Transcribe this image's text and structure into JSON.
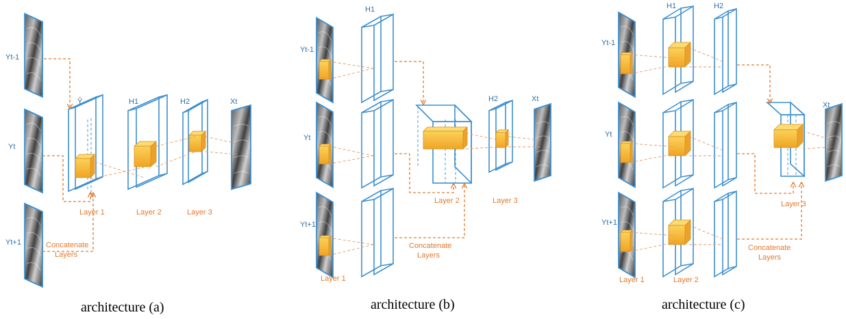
{
  "colors": {
    "blue": "#3c8fd0",
    "orange": "#e07a2e",
    "cube": "#f5b731"
  },
  "panel_a": {
    "inputs": [
      "Yt-1",
      "Yt",
      "Yt+1"
    ],
    "y_hat": "Ŷ",
    "h1": "H1",
    "h2": "H2",
    "xt": "Xt",
    "layer1": "Layer 1",
    "layer2": "Layer 2",
    "layer3": "Layer 3",
    "concat_line1": "Concatenate",
    "concat_line2": "Layers",
    "caption": "architecture (a)"
  },
  "panel_b": {
    "inputs": [
      "Yt-1",
      "Yt",
      "Yt+1"
    ],
    "h1": "H1",
    "h2": "H2",
    "xt": "Xt",
    "layer1": "Layer 1",
    "layer2": "Layer 2",
    "layer3": "Layer 3",
    "concat_line1": "Concatenate",
    "concat_line2": "Layers",
    "caption": "architecture (b)"
  },
  "panel_c": {
    "inputs": [
      "Yt-1",
      "Yt",
      "Yt+1"
    ],
    "h1": "H1",
    "h2": "H2",
    "xt": "Xt",
    "layer1": "Layer 1",
    "layer2": "Layer 2",
    "layer3": "Layer 3",
    "concat_line1": "Concatenate",
    "concat_line2": "Layers",
    "caption": "architecture (c)"
  }
}
